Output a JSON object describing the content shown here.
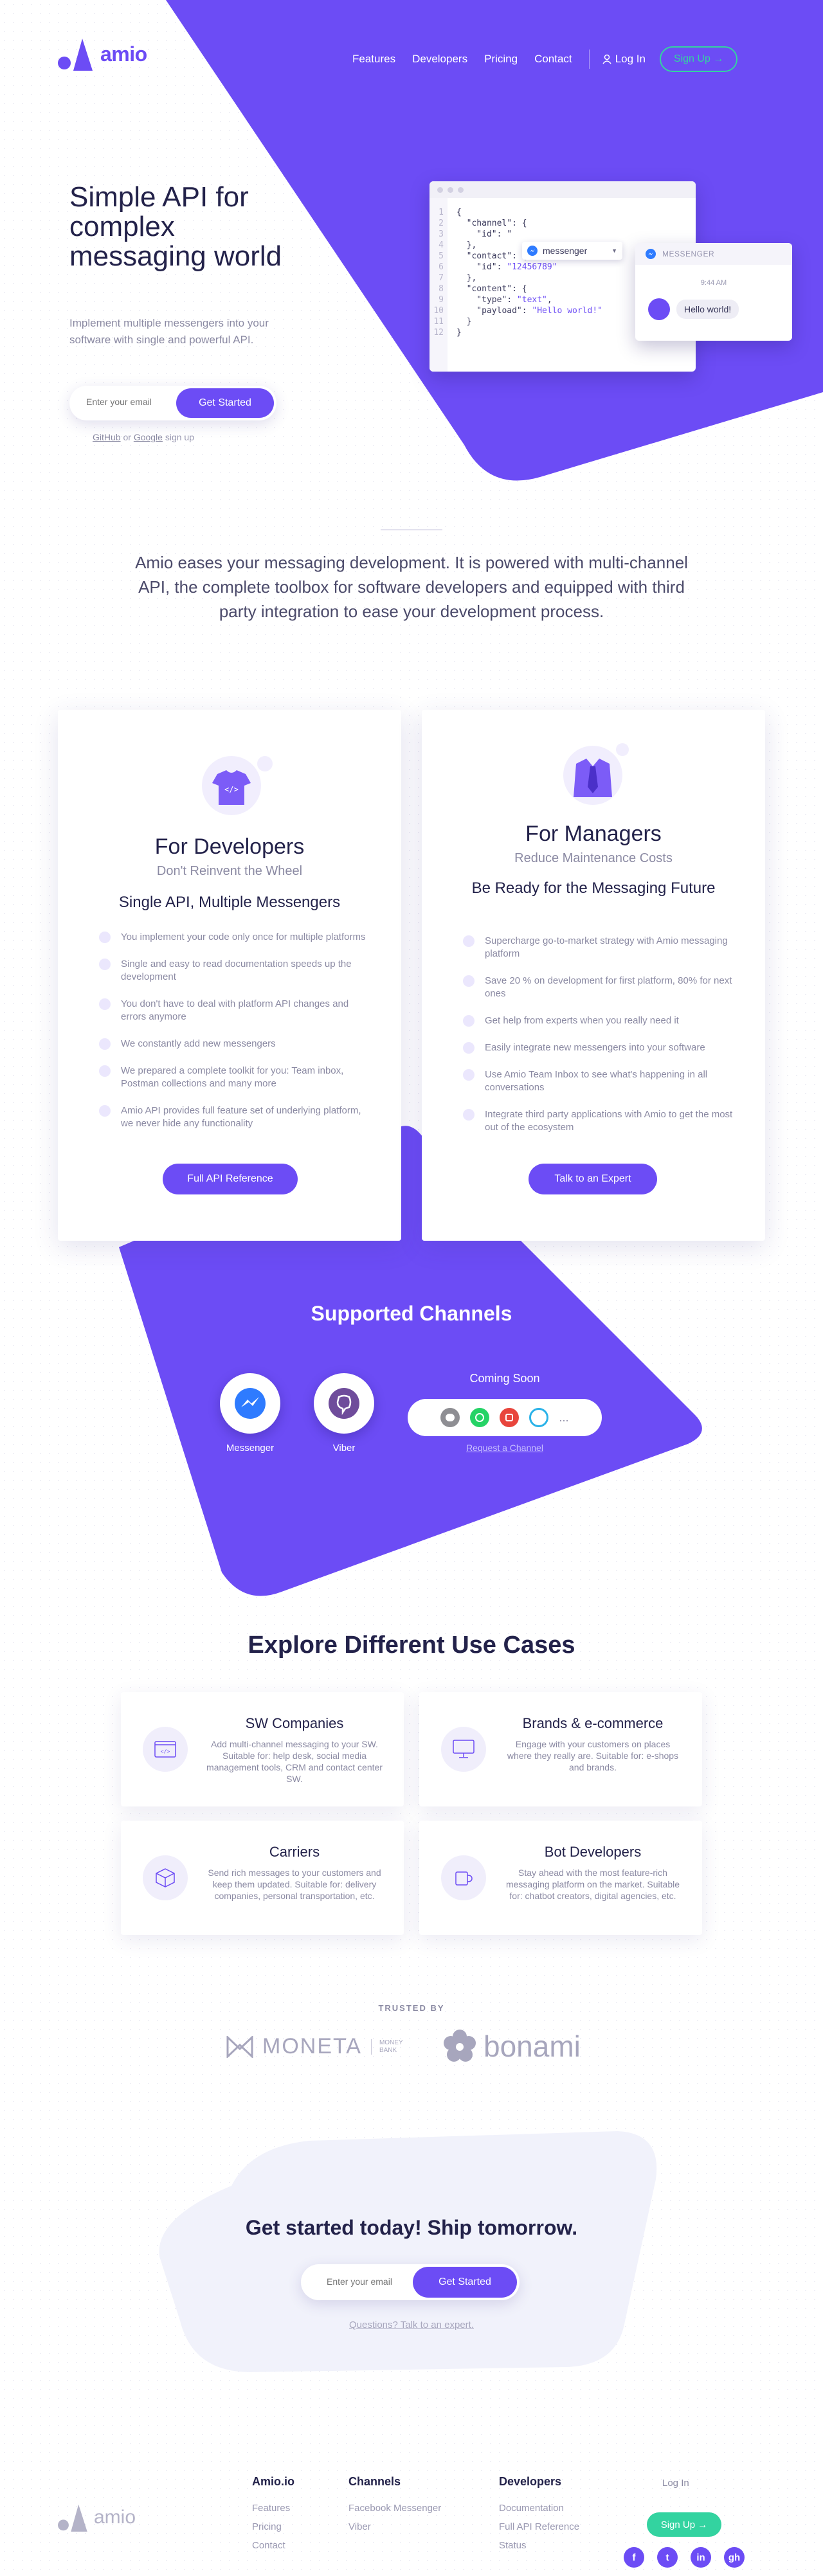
{
  "nav": {
    "logo_text": "amio",
    "links": [
      "Features",
      "Developers",
      "Pricing",
      "Contact"
    ],
    "login": "Log In",
    "signup": "Sign Up →"
  },
  "hero": {
    "title": "Simple API for complex messaging world",
    "subtitle": "Implement multiple messengers into your software with single and powerful API.",
    "email_placeholder": "Enter your email",
    "cta": "Get Started",
    "social_github": "GitHub",
    "social_or": "or",
    "social_google": "Google",
    "social_suffix": "sign up"
  },
  "code": {
    "line_numbers": [
      "1",
      "2",
      "3",
      "4",
      "5",
      "6",
      "7",
      "8",
      "9",
      "10",
      "11",
      "12"
    ],
    "selected_channel": "messenger",
    "json_id": "\"12456789\"",
    "json_type": "\"text\"",
    "json_payload": "\"Hello world!\""
  },
  "preview": {
    "header": "MESSENGER",
    "time": "9:44 AM",
    "message": "Hello world!"
  },
  "intro": "Amio eases your messaging development. It is powered with multi-channel API, the complete toolbox for software developers and equipped with third party integration to ease your development process.",
  "developers": {
    "title": "For Developers",
    "tagline": "Don't Reinvent the Wheel",
    "subtitle": "Single API, Multiple Messengers",
    "points": [
      "You implement your code only once for multiple platforms",
      "Single and easy to read documentation speeds up the development",
      "You don't have to deal with platform API changes and errors anymore",
      "We constantly add new messengers",
      "We prepared a complete toolkit for you: Team inbox, Postman collections and many more",
      "Amio API provides full feature set of underlying platform, we never hide any functionality"
    ],
    "button": "Full API Reference"
  },
  "managers": {
    "title": "For Managers",
    "tagline": "Reduce Maintenance Costs",
    "subtitle": "Be Ready for the Messaging Future",
    "points": [
      "Supercharge go-to-market strategy with Amio messaging platform",
      "Save 20 % on development for first platform, 80% for next ones",
      "Get help from experts when you really need it",
      "Easily integrate new messengers into your software",
      "Use Amio Team Inbox to see what's happening in all conversations",
      "Integrate third party applications with Amio to get the most out of the ecosystem"
    ],
    "button": "Talk to an Expert"
  },
  "channels": {
    "title": "Supported Channels",
    "supported": [
      "Messenger",
      "Viber"
    ],
    "coming_soon": "Coming Soon",
    "more": "...",
    "request": "Request a Channel"
  },
  "use_cases": {
    "title": "Explore Different Use Cases",
    "items": [
      {
        "title": "SW Companies",
        "desc": "Add multi-channel messaging to your SW. Suitable for: help desk, social media management tools, CRM and contact center SW."
      },
      {
        "title": "Brands & e-commerce",
        "desc": "Engage with your customers on places where they really are. Suitable for: e-shops and brands."
      },
      {
        "title": "Carriers",
        "desc": "Send rich messages to your customers and keep them updated. Suitable for: delivery companies, personal transportation, etc."
      },
      {
        "title": "Bot Developers",
        "desc": "Stay ahead with the most feature-rich messaging platform on the market. Suitable for: chatbot creators, digital agencies, etc."
      }
    ]
  },
  "trusted": {
    "label": "TRUSTED BY",
    "moneta": "MONETA",
    "moneta_sub1": "MONEY",
    "moneta_sub2": "BANK",
    "bonami": "bonami"
  },
  "cta": {
    "title": "Get started today! Ship tomorrow.",
    "email_placeholder": "Enter your email",
    "button": "Get Started",
    "link": "Questions? Talk to an expert."
  },
  "footer": {
    "logo_text": "amio",
    "columns": [
      {
        "heading": "Amio.io",
        "links": [
          "Features",
          "Pricing",
          "Contact"
        ]
      },
      {
        "heading": "Channels",
        "links": [
          "Facebook Messenger",
          "Viber"
        ]
      },
      {
        "heading": "Developers",
        "links": [
          "Documentation",
          "Full API Reference",
          "Status"
        ]
      }
    ],
    "login": "Log In",
    "signup": "Sign Up →",
    "social": [
      "f",
      "t",
      "in",
      "gh"
    ]
  },
  "colors": {
    "brand": "#6c4cf5",
    "accent": "#33d3a0",
    "heading": "#23224a"
  }
}
